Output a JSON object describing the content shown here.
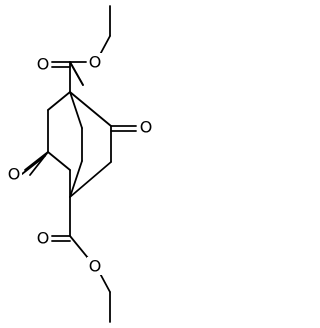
{
  "structure": {
    "atom_labels": {
      "o_ester_top_carbonyl": "O",
      "o_ester_top_ether": "O",
      "o_ketone_upper": "O",
      "o_ketone_lower": "O",
      "o_ester_bottom_carbonyl": "O",
      "o_ester_bottom_ether": "O"
    }
  }
}
